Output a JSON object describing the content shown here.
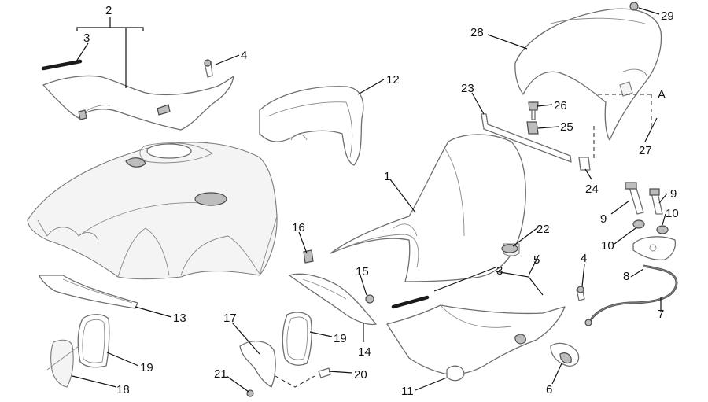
{
  "callouts": {
    "c1": "1",
    "c2": "2",
    "c3a": "3",
    "c3b": "3",
    "c4a": "4",
    "c4b": "4",
    "c5": "5",
    "c6": "6",
    "c7": "7",
    "c8": "8",
    "c9a": "9",
    "c9b": "9",
    "c10a": "10",
    "c10b": "10",
    "c11": "11",
    "c12": "12",
    "c13": "13",
    "c14": "14",
    "c15": "15",
    "c16": "16",
    "c17": "17",
    "c18": "18",
    "c19a": "19",
    "c19b": "19",
    "c20": "20",
    "c21": "21",
    "c22": "22",
    "c23": "23",
    "c24": "24",
    "c25": "25",
    "c26": "26",
    "c27": "27",
    "c28": "28",
    "c29": "29",
    "cA": "A"
  }
}
